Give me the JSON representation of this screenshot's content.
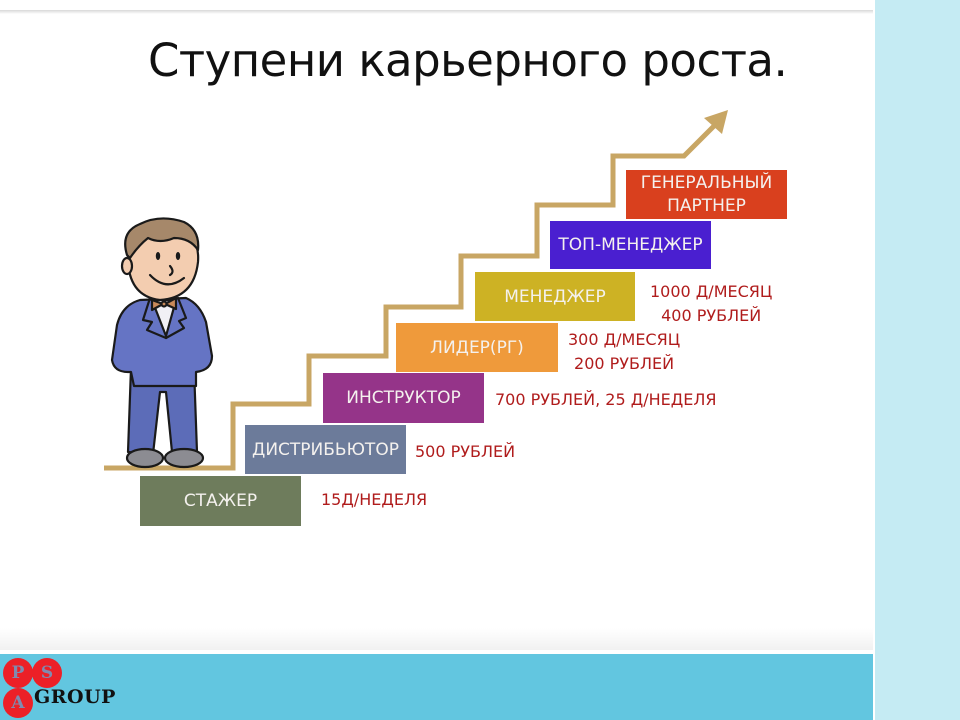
{
  "slide": {
    "title": "Ступени карьерного роста.",
    "colors": {
      "background": "#ffffff",
      "right_strip": "#c5ebf3",
      "bottom_band": "#62c6e0",
      "stair_line": "#c8a664",
      "pay_text": "#b01c1c"
    }
  },
  "steps": [
    {
      "label": "СТАЖЕР",
      "color": "#6e7c5c",
      "pay": [
        "15Д/НЕДЕЛЯ"
      ]
    },
    {
      "label": "ДИСТРИБЬЮТОР",
      "color": "#6c7b9a",
      "pay": [
        "500 РУБЛЕЙ"
      ]
    },
    {
      "label": "ИНСТРУКТОР",
      "color": "#953489",
      "pay": [
        "700 РУБЛЕЙ, 25 Д/НЕДЕЛЯ"
      ]
    },
    {
      "label": "ЛИДЕР(РГ)",
      "color": "#ef9a3b",
      "pay": [
        "300 Д/МЕСЯЦ",
        "200 РУБЛЕЙ"
      ]
    },
    {
      "label": "МЕНЕДЖЕР",
      "color": "#cdb224",
      "pay": [
        "1000 Д/МЕСЯЦ",
        "400 РУБЛЕЙ"
      ]
    },
    {
      "label": "ТОП-МЕНЕДЖЕР",
      "color": "#4a1fd0",
      "pay": []
    },
    {
      "label_lines": [
        "ГЕНЕРАЛЬНЫЙ",
        "ПАРТНЕР"
      ],
      "color": "#d9401e",
      "pay": []
    }
  ],
  "illustration": {
    "character": "cartoon-businessman-in-blue-suit",
    "arrow": "upward-arrow"
  },
  "logo": {
    "letters": [
      "P",
      "S",
      "A"
    ],
    "text": "GROUP",
    "circle_color": "#ec2027"
  }
}
